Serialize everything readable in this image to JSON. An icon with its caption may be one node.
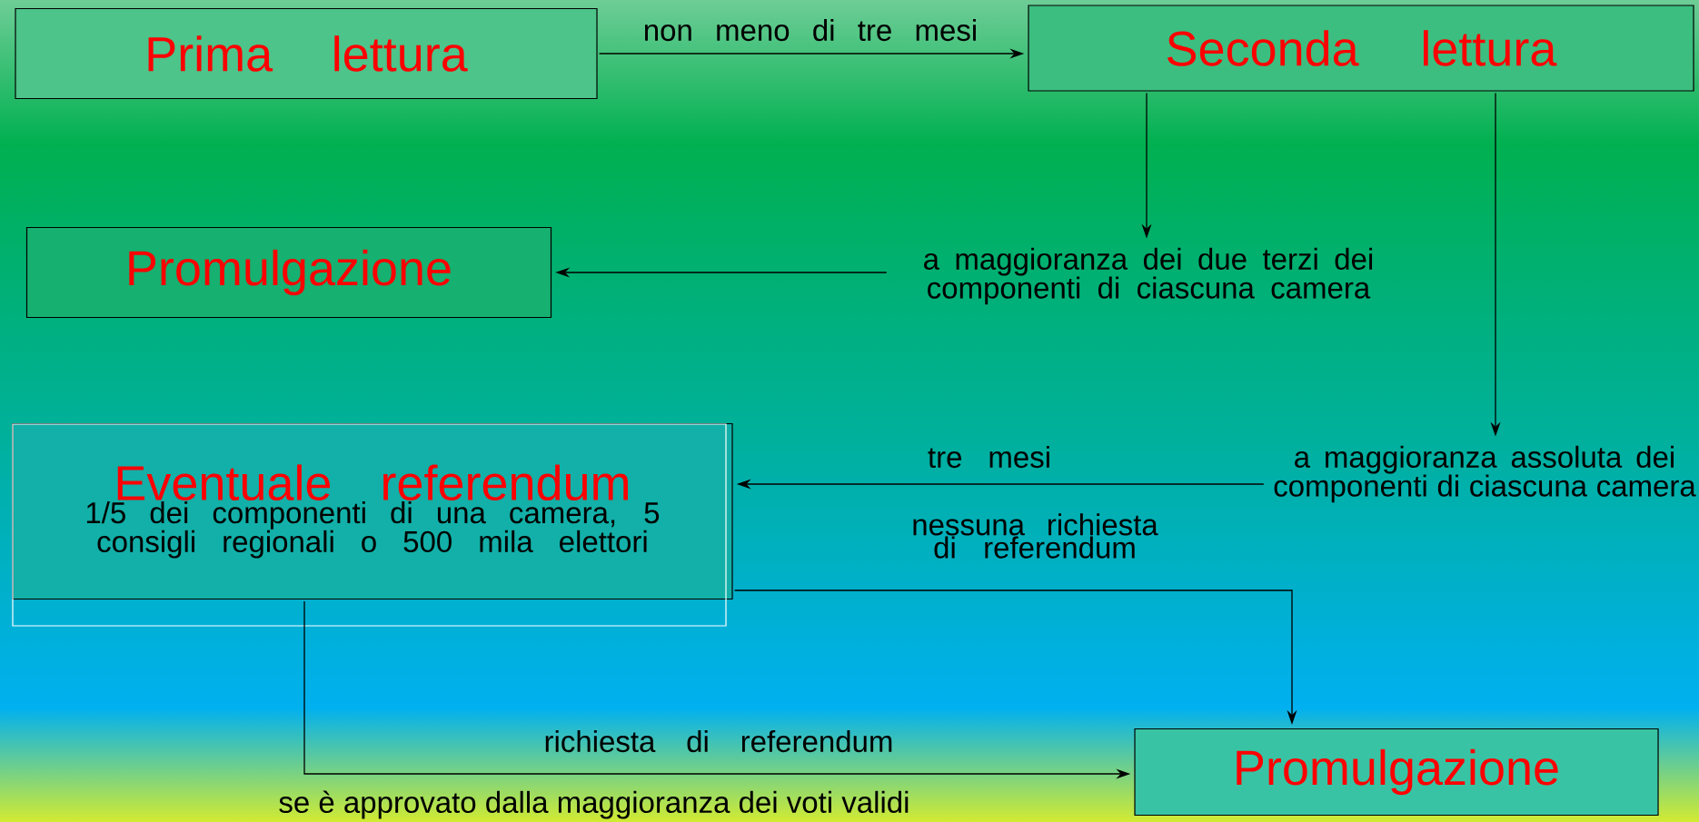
{
  "diagram": {
    "nodes": [
      {
        "text": [
          "Prima lettura"
        ]
      },
      {
        "text": [
          "Seconda lettura"
        ]
      },
      {
        "text": [
          "Promulgazione"
        ]
      },
      {
        "text": [
          "a maggioranza dei due terzi dei componenti di ciascuna camera"
        ]
      },
      {
        "text": [
          "a maggioranza assoluta dei componenti di ciascuna camera"
        ]
      },
      {
        "text": [
          "Eventuale referendum",
          "1/5 dei componenti di una camera, 5 consigli regionali o 500 mila elettori"
        ]
      },
      {
        "text": [
          "Promulgazione"
        ]
      }
    ],
    "edges": [
      {
        "from": 0,
        "to": 1,
        "arrow": "to",
        "label": "non meno di tre mesi"
      },
      {
        "from": 1,
        "to": 3,
        "arrow": "to"
      },
      {
        "from": 1,
        "to": 4,
        "arrow": "to"
      },
      {
        "from": 3,
        "to": 2,
        "arrow": "to"
      },
      {
        "from": 4,
        "to": 5,
        "arrow": "to",
        "label": "tre mesi"
      },
      {
        "from": 5,
        "to": 6,
        "arrow": "to",
        "label": "nessuna richiesta di referendum"
      },
      {
        "from": 5,
        "to": 6,
        "arrow": "to",
        "label": "richiesta di referendum"
      }
    ],
    "labels": [
      "se è approvato dalla maggioranza dei voti validi"
    ]
  }
}
